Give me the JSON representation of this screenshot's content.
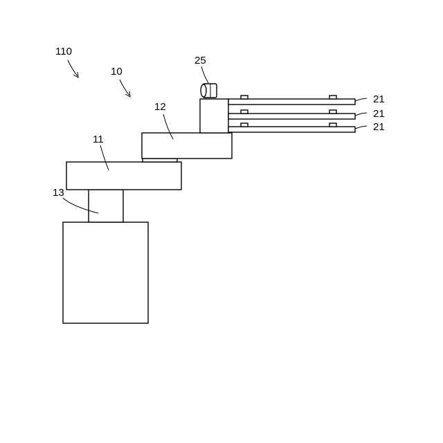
{
  "labels": {
    "ref_110": "110",
    "ref_10": "10",
    "ref_12": "12",
    "ref_11": "11",
    "ref_13": "13",
    "ref_25": "25",
    "ref_21_top": "21",
    "ref_21_middle": "21",
    "ref_21_bottom": "21"
  }
}
